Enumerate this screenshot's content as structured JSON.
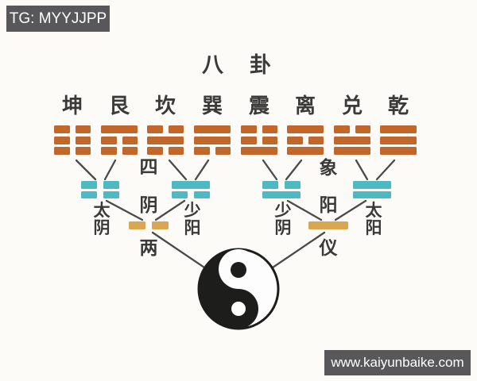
{
  "badges": {
    "top": "TG: MYYJJPP",
    "bottom": "www.kaiyunbaike.com"
  },
  "title": "八卦",
  "levels": {
    "bagua": {
      "items": [
        {
          "name": "坤",
          "lines": [
            "yin",
            "yin",
            "yin"
          ]
        },
        {
          "name": "艮",
          "lines": [
            "yang",
            "yin",
            "yin"
          ]
        },
        {
          "name": "坎",
          "lines": [
            "yin",
            "yang",
            "yin"
          ]
        },
        {
          "name": "巽",
          "lines": [
            "yang",
            "yang",
            "yin"
          ]
        },
        {
          "name": "震",
          "lines": [
            "yin",
            "yin",
            "yang"
          ]
        },
        {
          "name": "离",
          "lines": [
            "yang",
            "yin",
            "yang"
          ]
        },
        {
          "name": "兑",
          "lines": [
            "yin",
            "yang",
            "yang"
          ]
        },
        {
          "name": "乾",
          "lines": [
            "yang",
            "yang",
            "yang"
          ]
        }
      ]
    },
    "sixiang": {
      "label_chars": [
        "四",
        "象"
      ],
      "items": [
        {
          "name": "太阴",
          "lines": [
            "yin",
            "yin"
          ]
        },
        {
          "name": "少阳",
          "lines": [
            "yang",
            "yin"
          ]
        },
        {
          "name": "少阴",
          "lines": [
            "yin",
            "yang"
          ]
        },
        {
          "name": "太阳",
          "lines": [
            "yang",
            "yang"
          ]
        }
      ]
    },
    "liangyi": {
      "label_chars": [
        "两",
        "仪"
      ],
      "items": [
        {
          "name": "阴",
          "line": "yin"
        },
        {
          "name": "阳",
          "line": "yang"
        }
      ]
    },
    "taiji": {
      "icon": "yin-yang-taiji"
    }
  },
  "colors": {
    "bagua_line": "#c2672c",
    "sixiang_line": "#4db9c3",
    "liangyi_line": "#d9a751",
    "text": "#3b3a38",
    "connector": "#4a4a4a",
    "badge_bg": "#58585a",
    "badge_text": "#ffffff",
    "taiji_ink": "#1d1d1b",
    "background": "#fcfbf8"
  }
}
